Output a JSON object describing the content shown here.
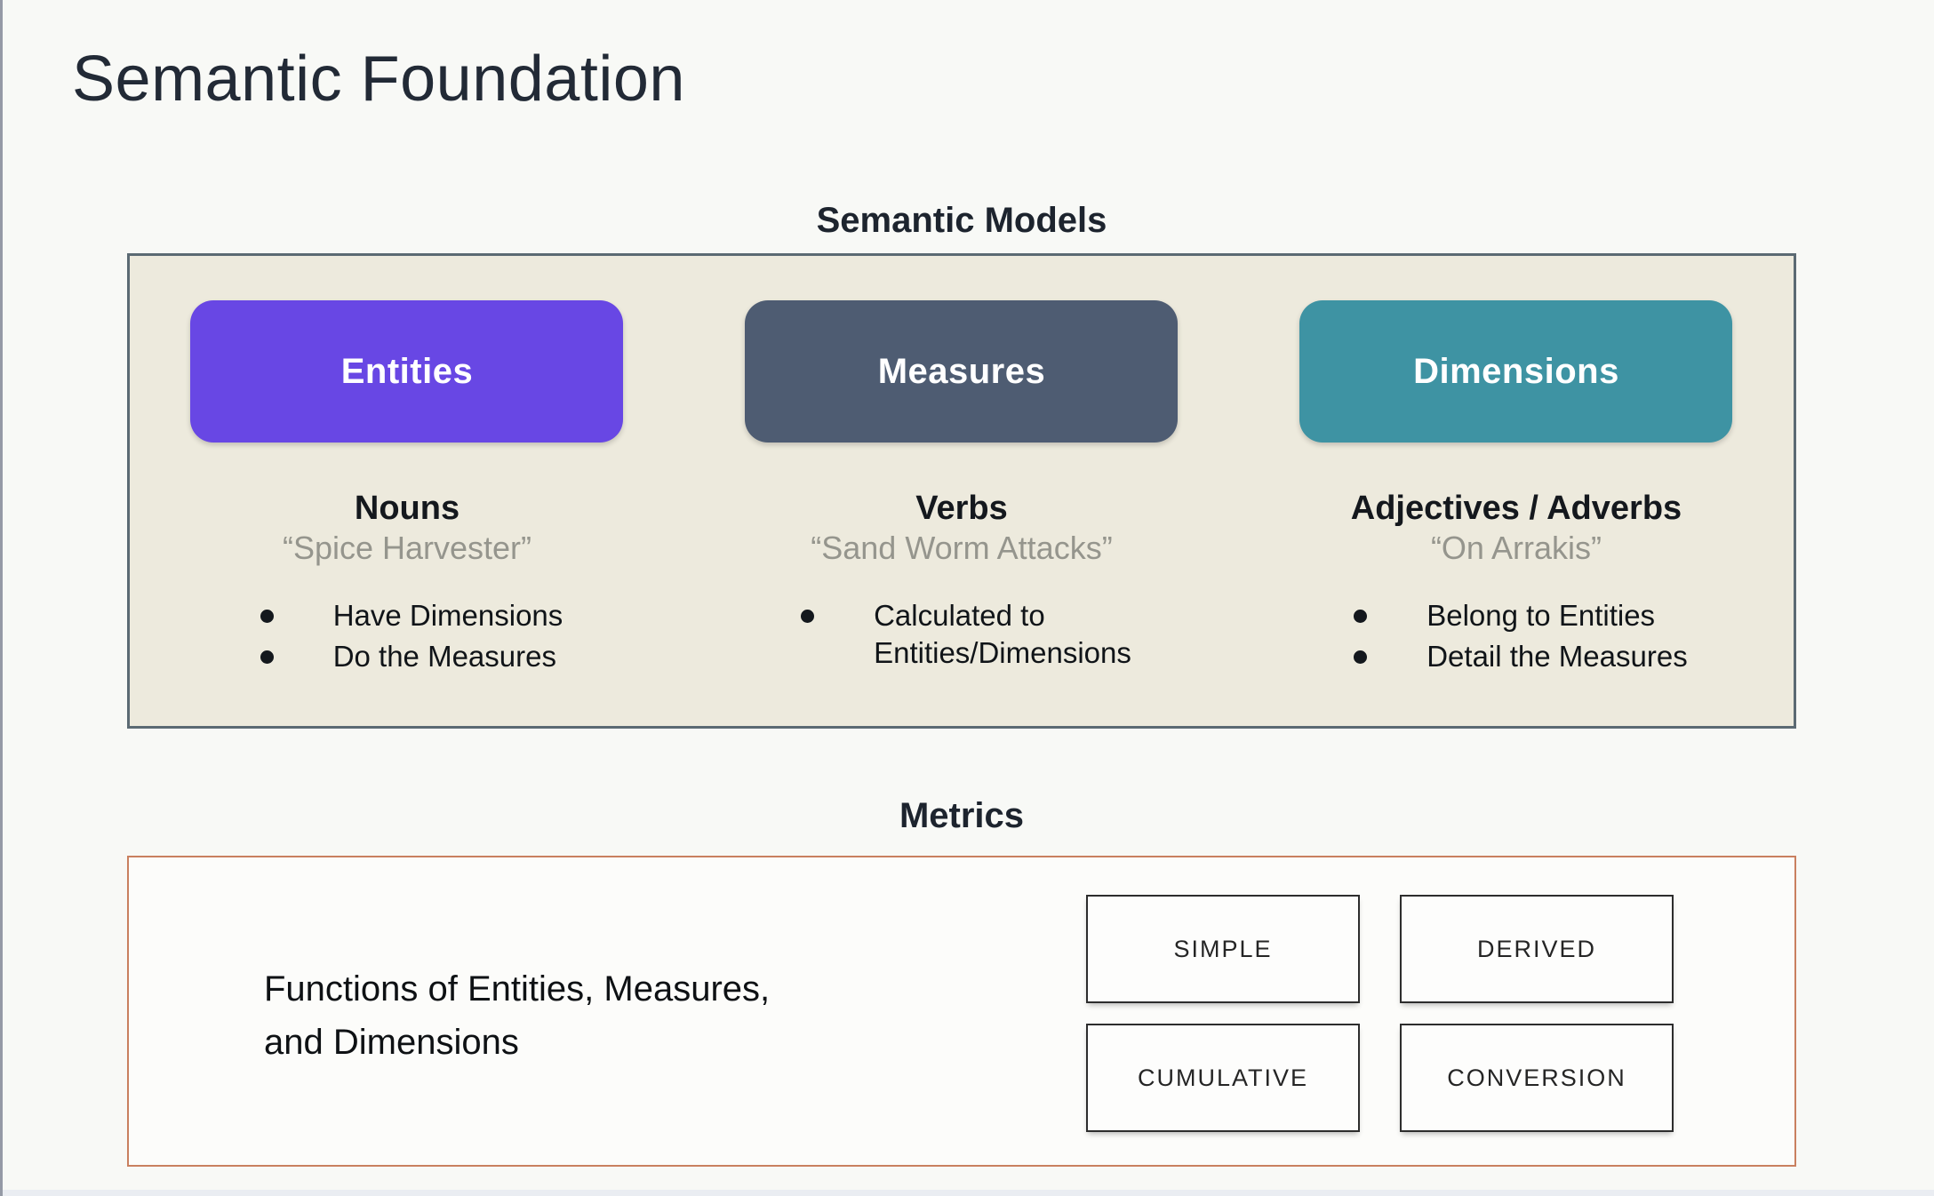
{
  "page": {
    "title": "Semantic Foundation"
  },
  "semantic_models": {
    "heading": "Semantic Models",
    "columns": [
      {
        "pill": "Entities",
        "pill_color": "#6847e4",
        "heading": "Nouns",
        "quote": "“Spice Harvester”",
        "bullets": [
          "Have Dimensions",
          "Do the Measures"
        ]
      },
      {
        "pill": "Measures",
        "pill_color": "#4e5c72",
        "heading": "Verbs",
        "quote": "“Sand Worm Attacks”",
        "bullets": [
          "Calculated to\nEntities/Dimensions"
        ]
      },
      {
        "pill": "Dimensions",
        "pill_color": "#3e93a3",
        "heading": "Adjectives / Adverbs",
        "quote": "“On Arrakis”",
        "bullets": [
          "Belong to Entities",
          "Detail the Measures"
        ]
      }
    ]
  },
  "metrics": {
    "heading": "Metrics",
    "description": "Functions of Entities, Measures,\nand Dimensions",
    "types": [
      "SIMPLE",
      "DERIVED",
      "CUMULATIVE",
      "CONVERSION"
    ]
  },
  "colors": {
    "page_background": "#f8f9f6",
    "models_panel_bg": "#edeadd",
    "models_panel_border": "#5b6a73",
    "entities_pill": "#6847e4",
    "measures_pill": "#4e5c72",
    "dimensions_pill": "#3e93a3",
    "quote_text": "#95958d",
    "metrics_panel_border": "#c9805f",
    "metric_box_border": "#2d2d2d"
  }
}
